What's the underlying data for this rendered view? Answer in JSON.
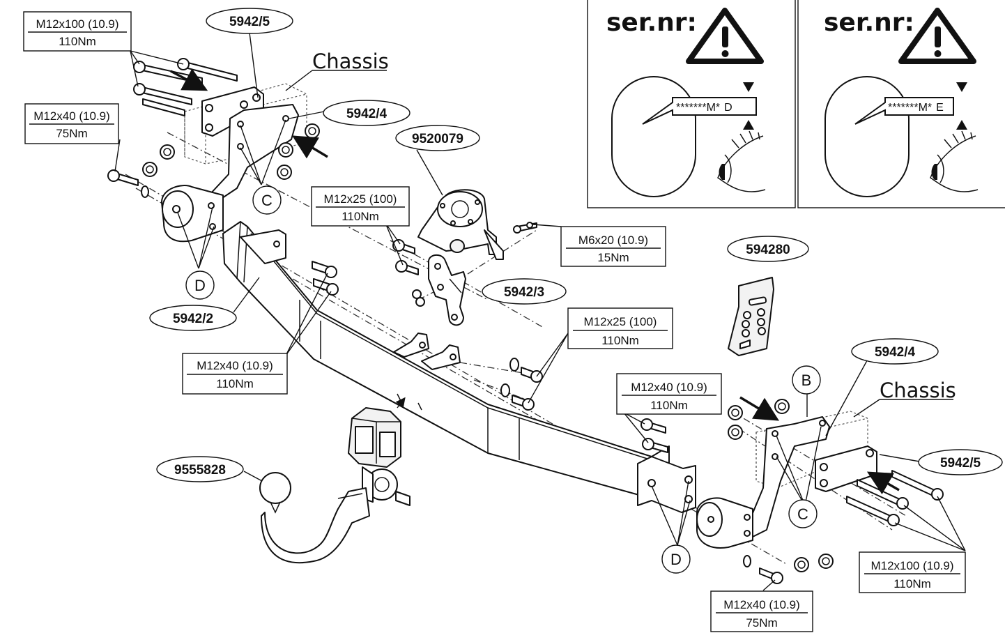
{
  "labels": {
    "chassis": "Chassis",
    "part_5942_5": "5942/5",
    "part_5942_4": "5942/4",
    "part_5942_3": "5942/3",
    "part_5942_2": "5942/2",
    "part_9520079": "9520079",
    "part_594280": "594280",
    "part_9555828": "9555828",
    "letter_b": "B",
    "letter_c": "C",
    "letter_d": "D"
  },
  "specs": {
    "bolt_m12x100": "M12x100 (10.9)",
    "torque_110": "110Nm",
    "bolt_m12x40": "M12x40 (10.9)",
    "torque_75": "75Nm",
    "bolt_m12x25": "M12x25 (100)",
    "bolt_m6x20": "M6x20 (10.9)",
    "torque_15": "15Nm"
  },
  "serial": {
    "label": "ser.nr:",
    "code_left_prefix": "*******M*",
    "code_left_letter": "D",
    "code_right_prefix": "*******M*",
    "code_right_letter": "E"
  },
  "icons": {
    "warning": "warning-triangle-icon",
    "eye": "eye-icon",
    "arrow": "direction-arrow-icon"
  }
}
